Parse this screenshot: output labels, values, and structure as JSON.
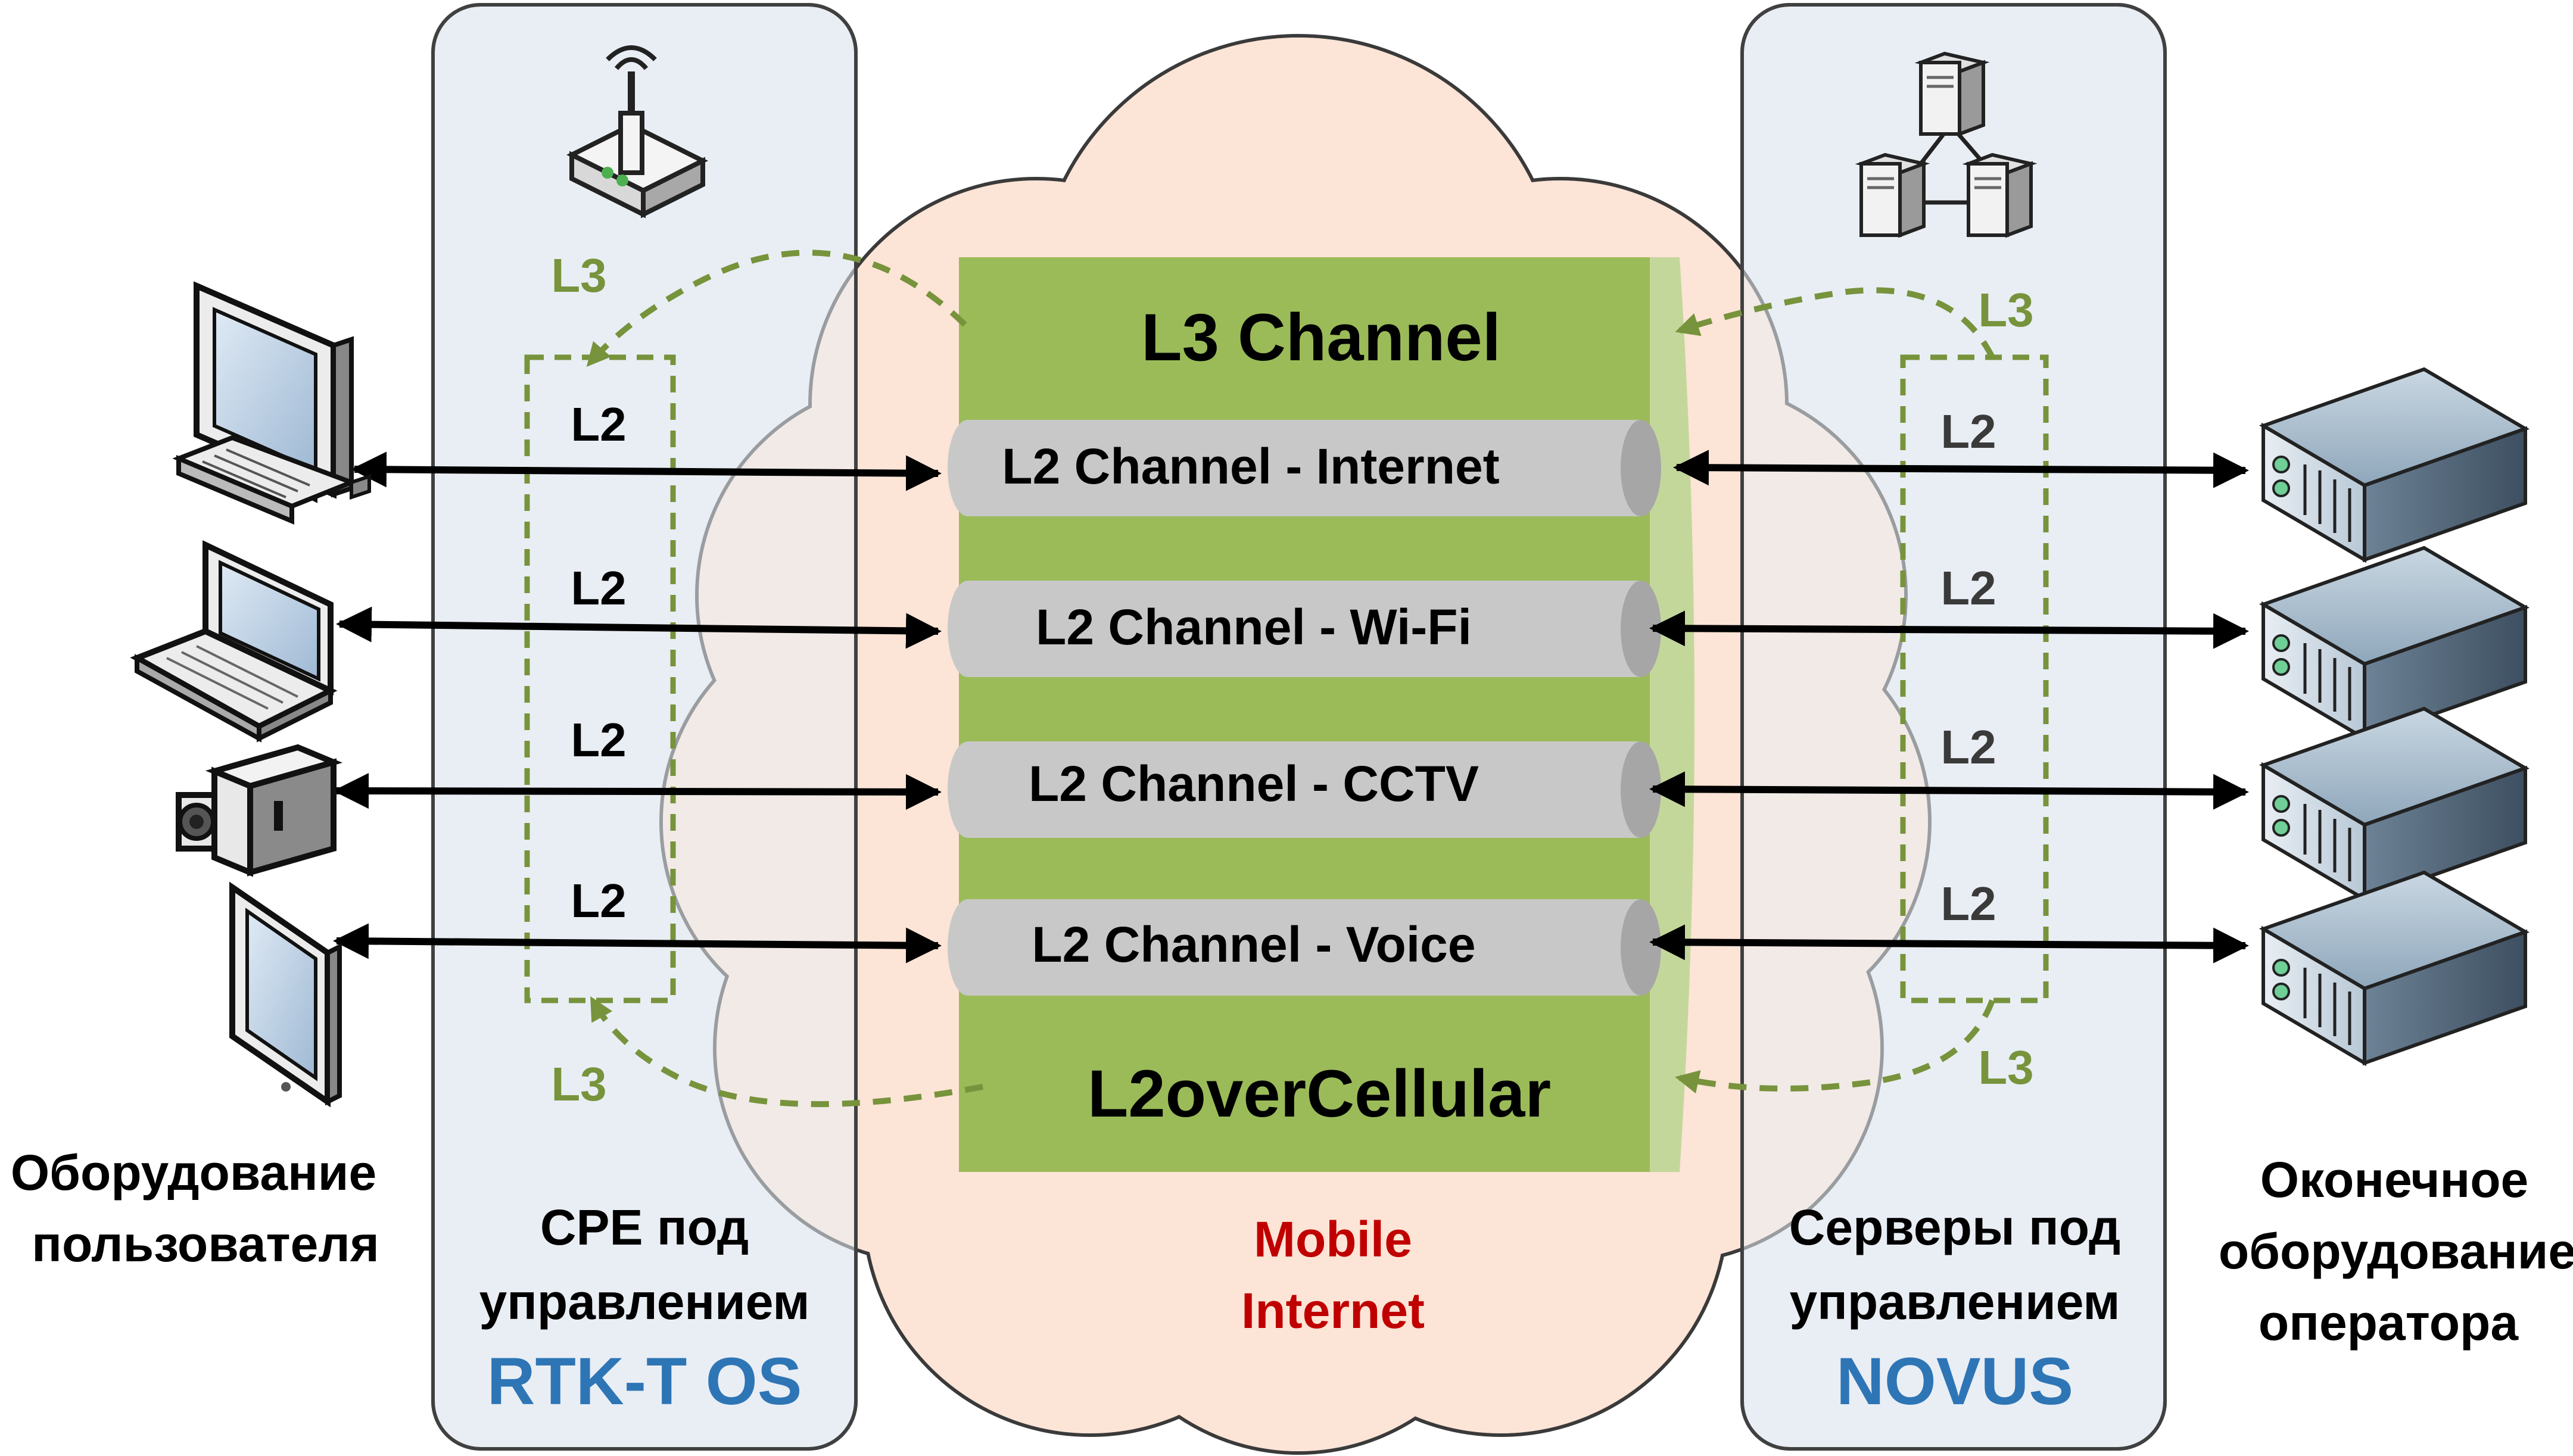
{
  "colors": {
    "panel_fill": "#e9eef4",
    "panel_stroke": "#404040",
    "cloud_fill": "#fce4d6",
    "tunnel_green": "#9bbb59",
    "pipe_gray": "#c8c8c8",
    "dashed_green": "#77933c",
    "brand_blue": "#2e75b6",
    "cloud_red": "#c00000"
  },
  "left_caption": {
    "line1": "Оборудование",
    "line2": "пользователя"
  },
  "cpe_panel": {
    "line1": "CPE под",
    "line2": "управлением",
    "brand": "RTK-T OS"
  },
  "servers_panel": {
    "line1": "Серверы под",
    "line2": "управлением",
    "brand": "NOVUS"
  },
  "right_caption": {
    "line1": "Оконечное",
    "line2": "оборудование",
    "line3": "оператора"
  },
  "cloud": {
    "line1": "Mobile",
    "line2": "Internet"
  },
  "tunnel": {
    "top_label": "L3 Channel",
    "bottom_label": "L2overCellular"
  },
  "channels": [
    {
      "label": "L2 Channel - Internet"
    },
    {
      "label": "L2 Channel - Wi-Fi"
    },
    {
      "label": "L2 Channel - CCTV"
    },
    {
      "label": "L2 Channel - Voice"
    }
  ],
  "layer_labels": {
    "l2": "L2",
    "l3": "L3"
  },
  "icons": {
    "left_devices": [
      "desktop-computer-icon",
      "laptop-icon",
      "cctv-camera-icon",
      "tablet-icon"
    ],
    "cpe": "wireless-router-icon",
    "server_cluster": "server-cluster-icon",
    "right_devices": "rack-server-icon"
  }
}
